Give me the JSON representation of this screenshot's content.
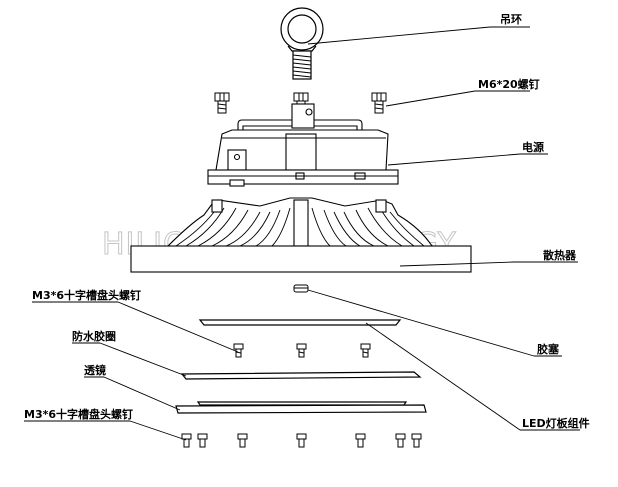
{
  "diagram": {
    "watermark": "HILIGHT TECHNOLOGY",
    "parts": [
      {
        "id": "hook",
        "label": "吊环"
      },
      {
        "id": "screw_m6",
        "label": "M6*20螺钉"
      },
      {
        "id": "power_supply",
        "label": "电源"
      },
      {
        "id": "heatsink",
        "label": "散热器"
      },
      {
        "id": "screw_m3_top",
        "label": "M3*6十字槽盘头螺钉"
      },
      {
        "id": "gasket_seal",
        "label": "防水胶圈"
      },
      {
        "id": "rubber_plug",
        "label": "胶塞"
      },
      {
        "id": "lens",
        "label": "透镜"
      },
      {
        "id": "led_board",
        "label": "LED灯板组件"
      },
      {
        "id": "screw_m3_bottom",
        "label": "M3*6十字槽盘头螺钉"
      }
    ]
  }
}
